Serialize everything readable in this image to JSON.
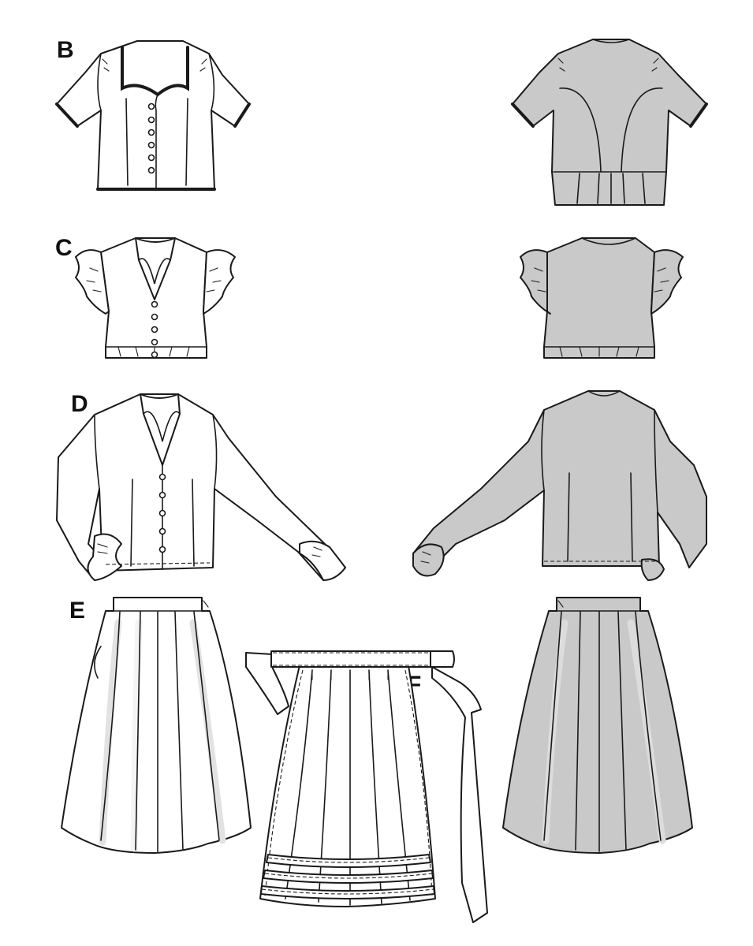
{
  "views": [
    {
      "label": "B"
    },
    {
      "label": "C"
    },
    {
      "label": "D"
    },
    {
      "label": "E"
    },
    {
      "label": "F"
    }
  ]
}
